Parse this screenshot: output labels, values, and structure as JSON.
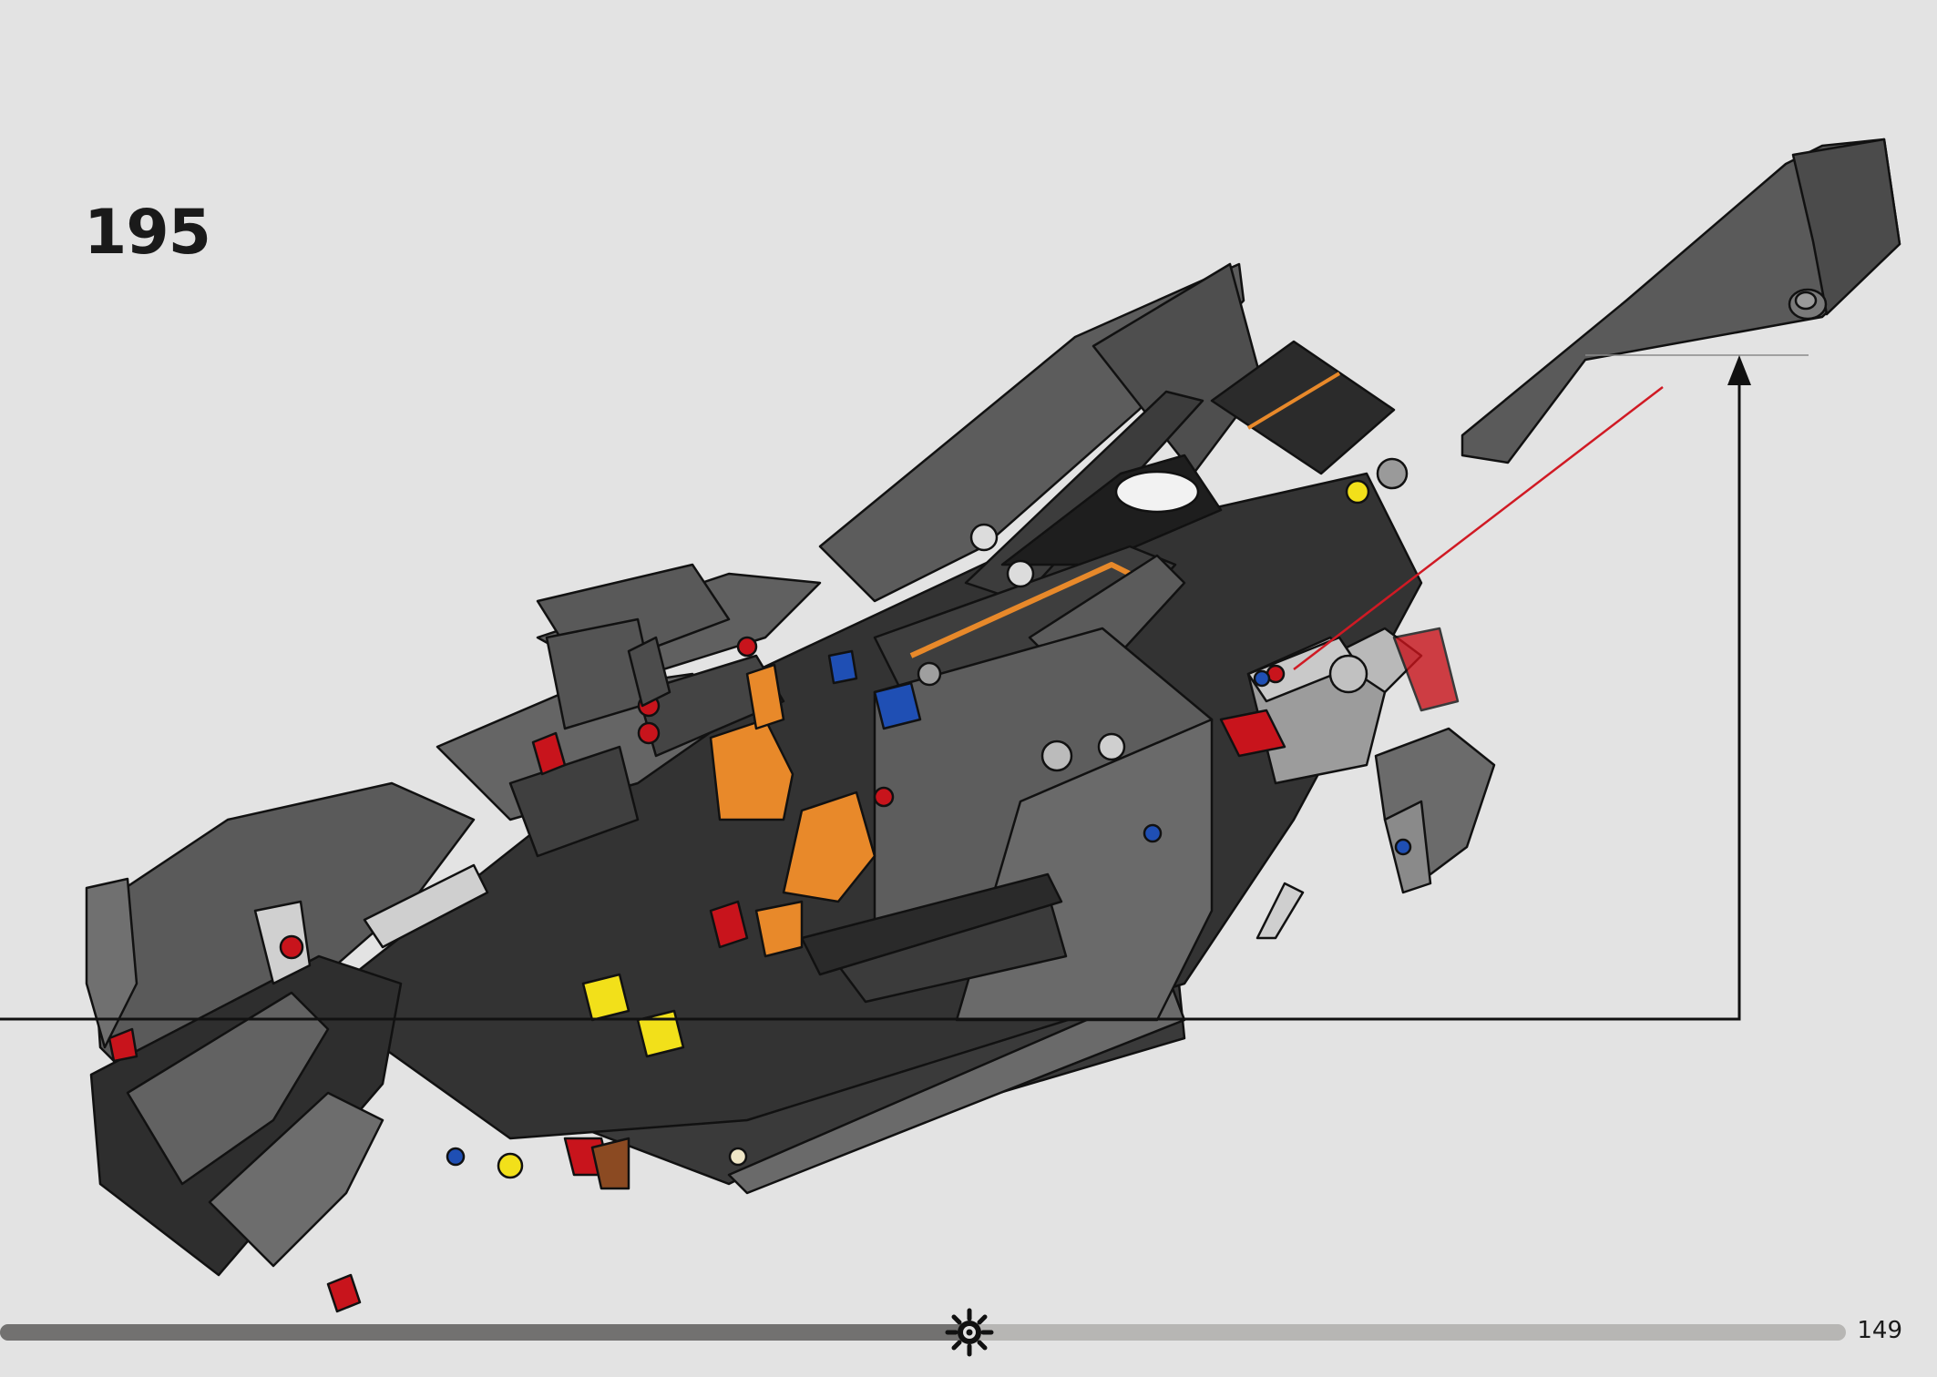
{
  "step": {
    "number": "195"
  },
  "page": {
    "number": "149"
  },
  "progress": {
    "fraction": 0.525
  },
  "icons": {
    "progress_marker": "gear-sun-icon",
    "assembly_arrow": "arrow-up-icon"
  },
  "colors": {
    "background": "#e3e3e3",
    "body_dark_gray": "#5e5e5e",
    "body_black": "#2f2f2f",
    "accent_orange": "#e8892a",
    "accent_red": "#c8141c",
    "accent_blue": "#1f4fb4",
    "accent_yellow": "#f2e01a",
    "guide_line_red": "#d01a24",
    "callout_line": "#111111",
    "progress_fill": "#727170",
    "progress_track": "#b7b6b4"
  }
}
